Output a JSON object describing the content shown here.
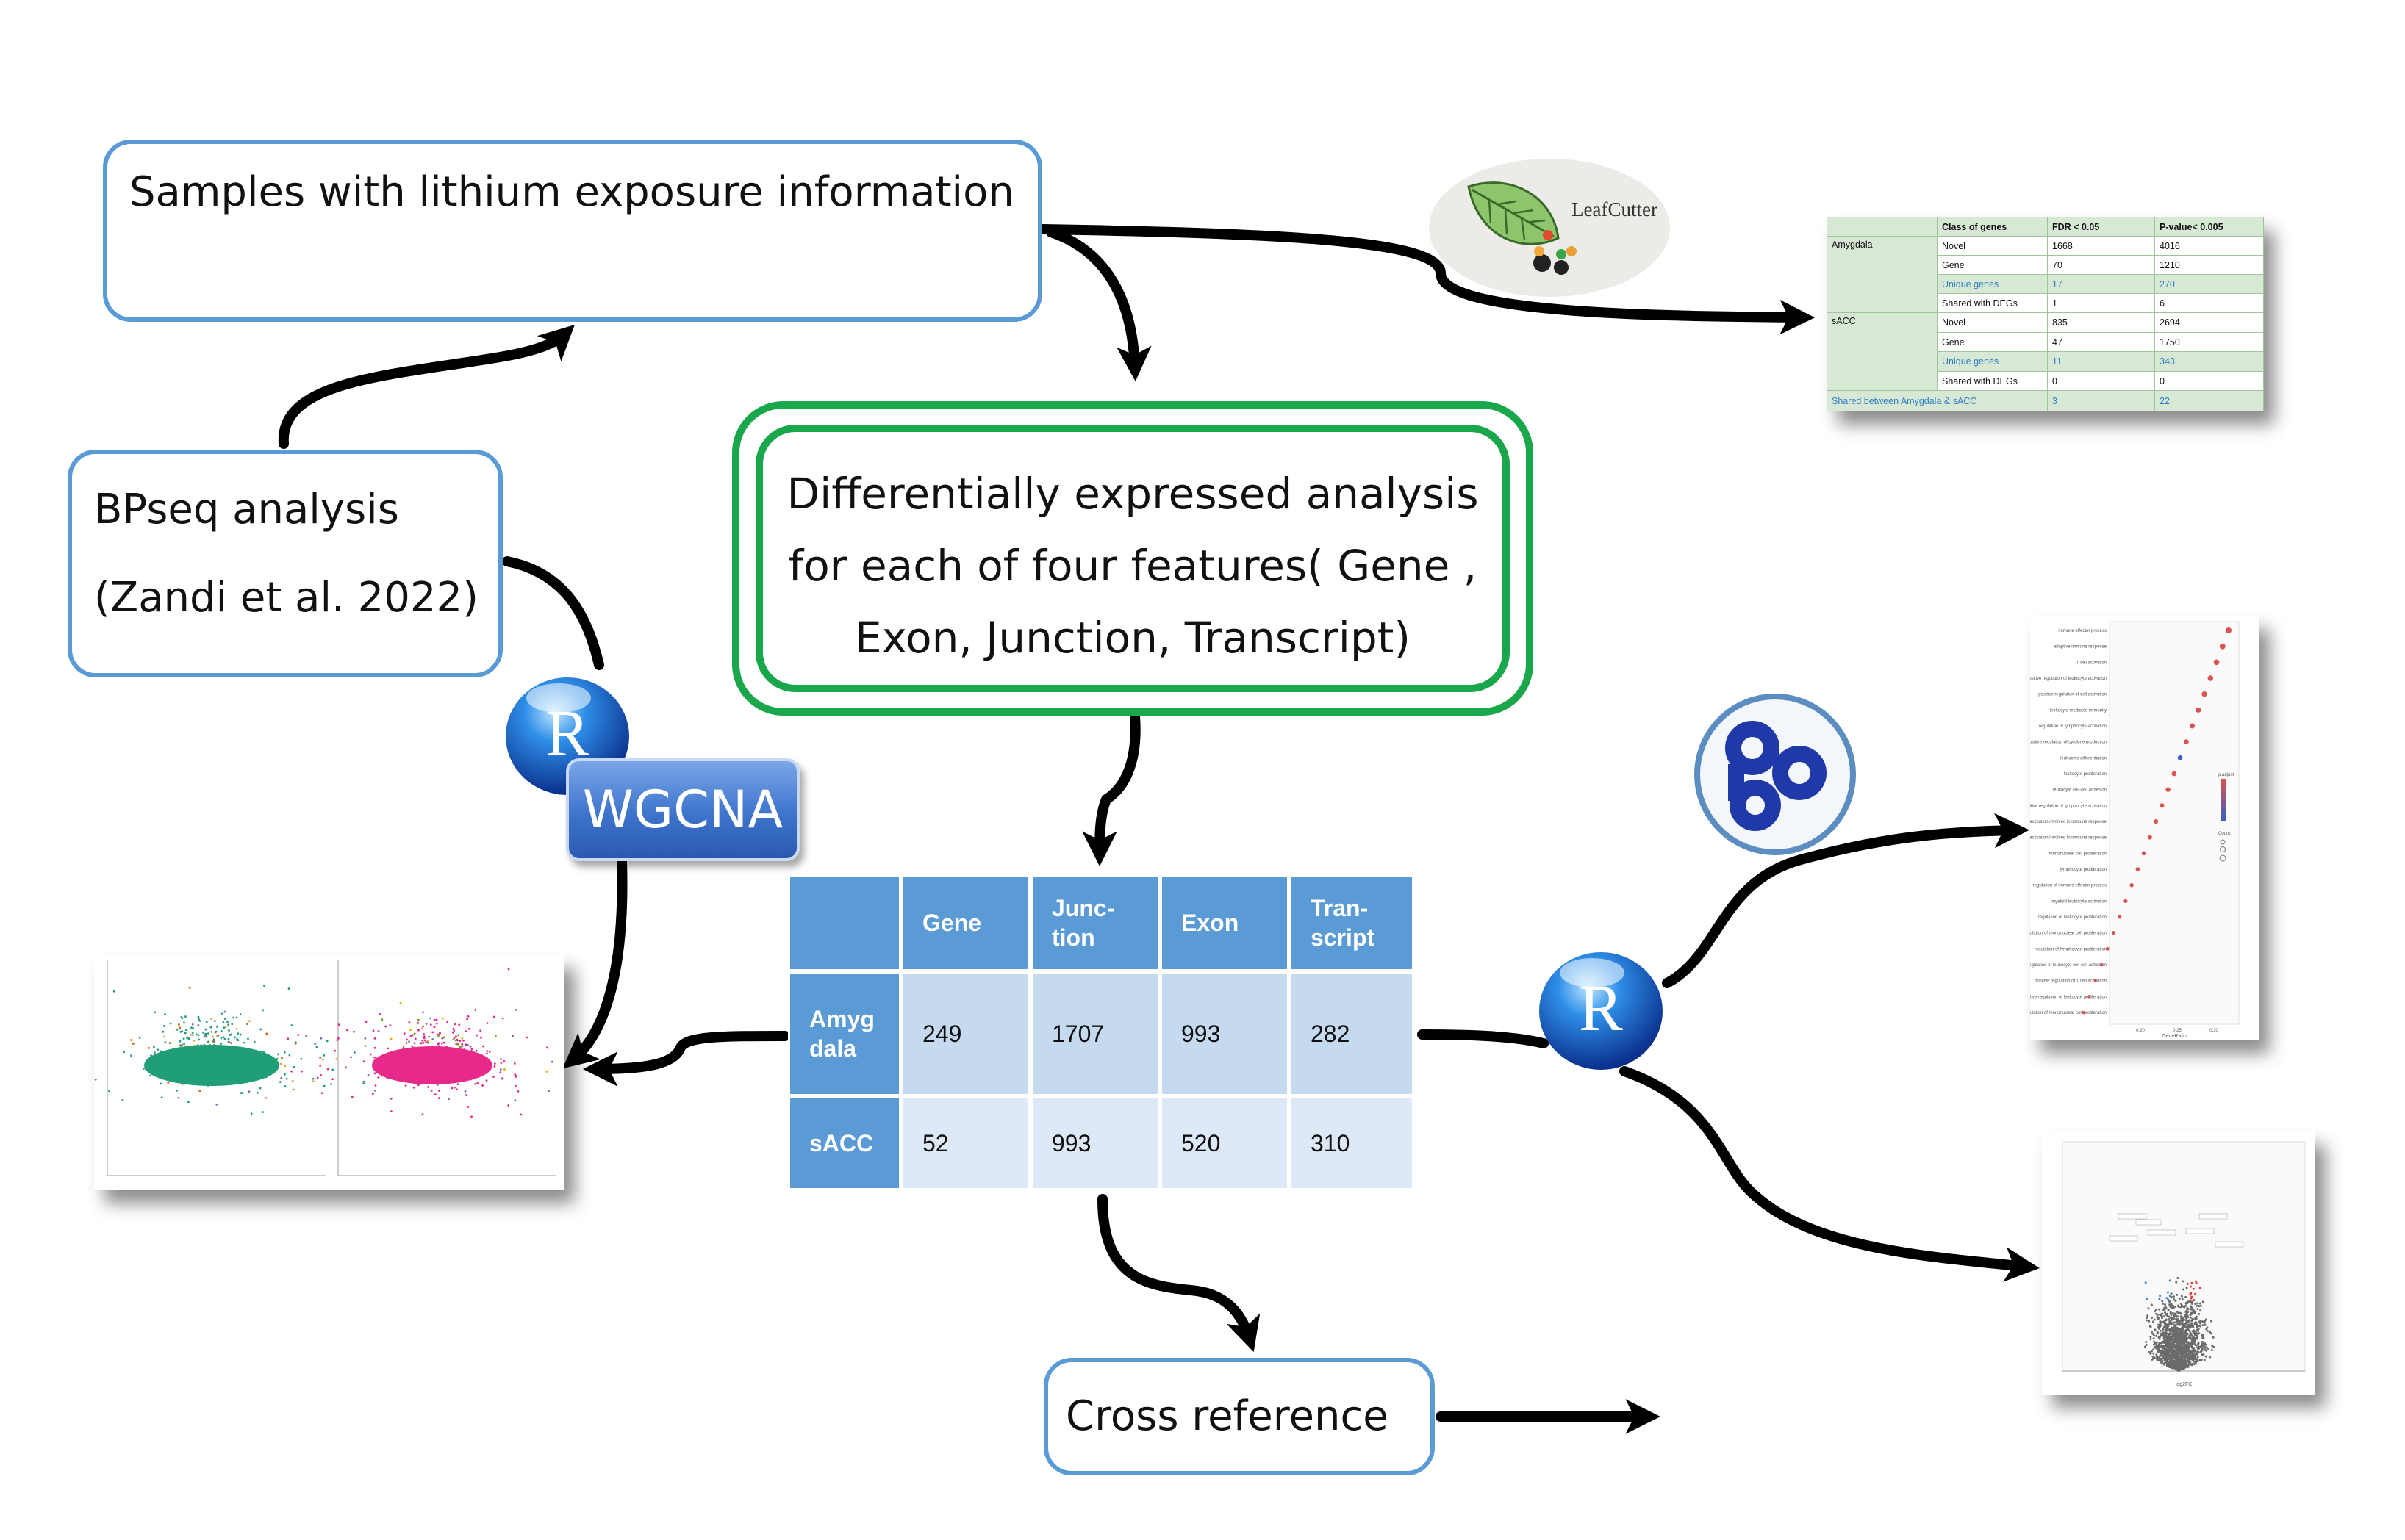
{
  "boxes": {
    "samples": "Samples with lithium exposure information",
    "bpseq_line1": "BPseq analysis",
    "bpseq_line2": "(Zandi et al. 2022)",
    "dea_line1": "Differentially expressed analysis",
    "dea_line2": "for each of four features( Gene ,",
    "dea_line3": "Exon, Junction, Transcript)",
    "cross_reference": "Cross reference"
  },
  "logos": {
    "leafcutter": "LeafCutter",
    "r_letter": "R",
    "wgcna": "WGCNA",
    "go_icon": "gene-ontology-icon"
  },
  "main_table": {
    "headers": [
      "",
      "Gene",
      "Junc-\ntion",
      "Exon",
      "Tran-\nscript"
    ],
    "rows": [
      {
        "label": "Amyg\ndala",
        "values": [
          "249",
          "1707",
          "993",
          "282"
        ]
      },
      {
        "label": "sACC",
        "values": [
          "52",
          "993",
          "520",
          "310"
        ]
      }
    ]
  },
  "leafcutter_table": {
    "headers": [
      "",
      "Class of genes",
      "FDR < 0.05",
      "P-value< 0.005"
    ],
    "groups": [
      {
        "region": "Amygdala",
        "rows": [
          {
            "cls": "Novel",
            "fdr": "1668",
            "p": "4016",
            "highlight": false
          },
          {
            "cls": "Gene",
            "fdr": "70",
            "p": "1210",
            "highlight": false
          },
          {
            "cls": "Unique genes",
            "fdr": "17",
            "p": "270",
            "highlight": true
          },
          {
            "cls": "Shared with DEGs",
            "fdr": "1",
            "p": "6",
            "highlight": false
          }
        ]
      },
      {
        "region": "sACC",
        "rows": [
          {
            "cls": "Novel",
            "fdr": "835",
            "p": "2694",
            "highlight": false
          },
          {
            "cls": "Gene",
            "fdr": "47",
            "p": "1750",
            "highlight": false
          },
          {
            "cls": "Unique genes",
            "fdr": "11",
            "p": "343",
            "highlight": true
          },
          {
            "cls": "Shared with DEGs",
            "fdr": "0",
            "p": "0",
            "highlight": false
          }
        ]
      }
    ],
    "footer": {
      "label": "Shared between Amygdala & sACC",
      "fdr": "3",
      "p": "22"
    }
  },
  "go_plot": {
    "terms": [
      "immune effector process",
      "adaptive immune response",
      "T cell activation",
      "positive regulation of leukocyte activation",
      "positive regulation of cell activation",
      "leukocyte mediated immunity",
      "regulation of lymphocyte activation",
      "positive regulation of cytokine production",
      "leukocyte differentiation",
      "leukocyte proliferation",
      "leukocyte cell-cell adhesion",
      "positive regulation of lymphocyte activation",
      "leukocyte activation involved in immune response",
      "cell activation involved in immune response",
      "mononuclear cell proliferation",
      "lymphocyte proliferation",
      "regulation of immune effector process",
      "myeloid leukocyte activation",
      "regulation of leukocyte proliferation",
      "regulation of mononuclear cell proliferation",
      "regulation of lymphocyte proliferation",
      "positive regulation of leukocyte cell-cell adhesion",
      "positive regulation of T cell activation",
      "positive regulation of leukocyte proliferation",
      "positive regulation of mononuclear cell proliferation"
    ],
    "x_ticks": [
      "0.20",
      "0.25",
      "0.30"
    ],
    "xlabel": "GeneRatio",
    "legend_title_1": "p.adjust",
    "legend_title_2": "Count"
  },
  "volcano_plot": {
    "xlabel": "log2FC"
  },
  "colors": {
    "box_border": "#5b9bd5",
    "dea_border": "#1aa64a",
    "table_header": "#5b9bd5",
    "table_row1": "#c5d9ef",
    "table_row2": "#dde9f6",
    "leafcutter_green": "#d7e9d4",
    "wgcna_blue": "#3e74cc",
    "scatter_green": "#1f9e77",
    "scatter_magenta": "#e7298a"
  }
}
